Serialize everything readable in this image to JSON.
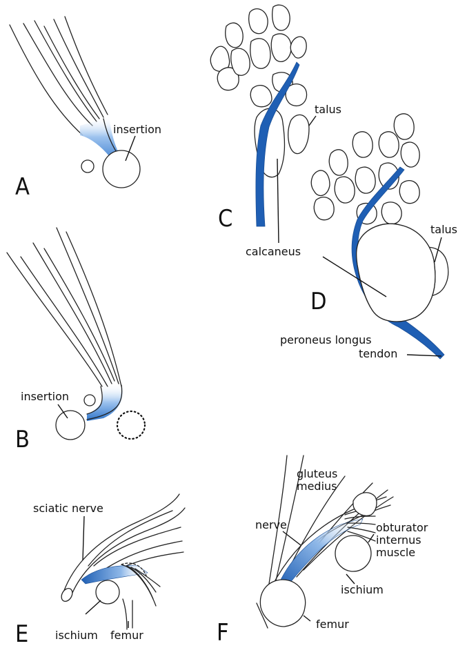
{
  "panels": {
    "A": {
      "letter": "A",
      "insertion_label": "insertion"
    },
    "B": {
      "letter": "B",
      "insertion_label": "insertion"
    },
    "C": {
      "letter": "C",
      "talus_label": "talus",
      "calcaneus_label": "calcaneus"
    },
    "D": {
      "letter": "D",
      "talus_label": "talus",
      "tendon_label_line1": "peroneus longus",
      "tendon_label_line2": "tendon"
    },
    "E": {
      "letter": "E",
      "nerve_label": "sciatic nerve",
      "ischium_label": "ischium",
      "femur_label": "femur"
    },
    "F": {
      "letter": "F",
      "gluteus_line1": "gluteus",
      "gluteus_line2": "medius",
      "nerve_label": "nerve",
      "obturator_line1": "obturator",
      "obturator_line2": "internus",
      "obturator_line3": "muscle",
      "ischium_label": "ischium",
      "femur_label": "femur"
    }
  },
  "colors": {
    "tendon_blue": "#1f5fb4",
    "light_blue": "#8fb8e8",
    "outline": "#222222"
  }
}
